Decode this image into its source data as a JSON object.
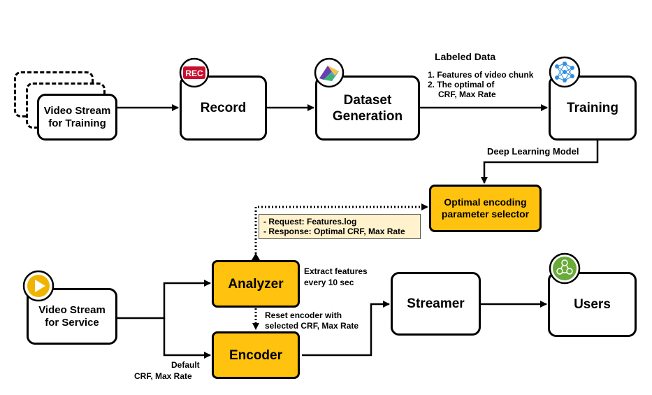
{
  "nodes": {
    "video_stream_training": {
      "line1": "Video Stream",
      "line2": "for Training"
    },
    "record": {
      "label": "Record"
    },
    "dataset_generation": {
      "line1": "Dataset",
      "line2": "Generation"
    },
    "training": {
      "label": "Training"
    },
    "optimal_selector": {
      "line1": "Optimal encoding",
      "line2": "parameter selector"
    },
    "video_stream_service": {
      "line1": "Video Stream",
      "line2": "for Service"
    },
    "analyzer": {
      "label": "Analyzer"
    },
    "encoder": {
      "label": "Encoder"
    },
    "streamer": {
      "label": "Streamer"
    },
    "users": {
      "label": "Users"
    }
  },
  "labels": {
    "labeled_data_title": "Labeled Data",
    "labeled_data_items": [
      "1. Features of video chunk",
      "2. The optimal of",
      "CRF, Max Rate"
    ],
    "deep_learning_model": "Deep Learning Model",
    "request_response": [
      "- Request: Features.log",
      "- Response: Optimal CRF, Max Rate"
    ],
    "extract_features": [
      "Extract features",
      "every 10 sec"
    ],
    "reset_encoder": [
      "Reset encoder with",
      "selected CRF, Max Rate"
    ],
    "default_params": [
      "Default",
      "CRF, Max Rate"
    ]
  },
  "icons": {
    "rec_badge": "REC",
    "rec_color": "#c8102e",
    "play_color": "#f0b400",
    "users_color": "#6aaa3a",
    "network_color": "#2f8fe0"
  },
  "colors": {
    "highlight_box": "#ffc20e",
    "note_fill": "#fff2cc"
  }
}
